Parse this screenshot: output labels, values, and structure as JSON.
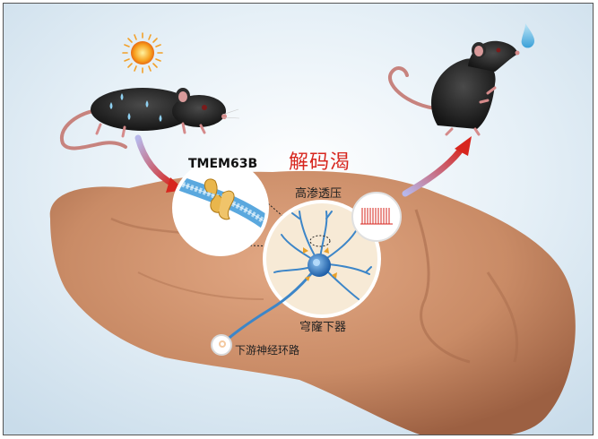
{
  "labels": {
    "title": "解码渴",
    "protein": "TMEM63B",
    "osmolality": "高渗透压",
    "region": "穹窿下器",
    "downstream": "下游神经环路"
  },
  "colors": {
    "title_red": "#d7261e",
    "background_blue": "#d9e8f2",
    "brain": "#c98b66",
    "neuron": "#3d86c8",
    "arrow_gradient_start": "#b7b7ea",
    "arrow_gradient_end": "#d7261e"
  }
}
